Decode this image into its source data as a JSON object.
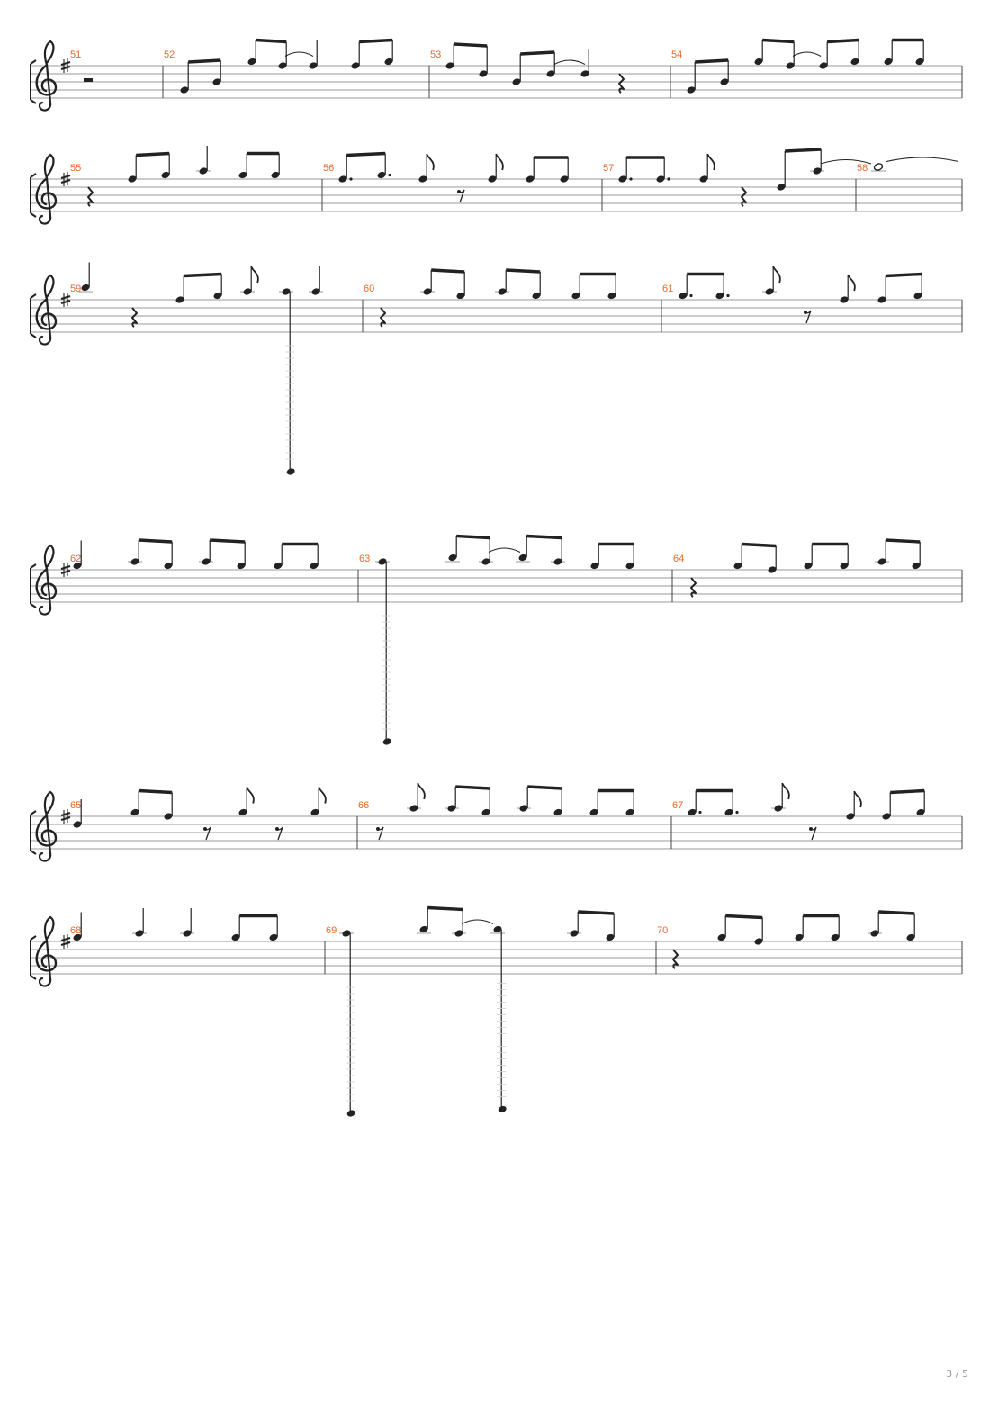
{
  "page": {
    "number_label": "3 / 5"
  },
  "key_signature": "G major (1 sharp)",
  "clef": "treble",
  "systems": [
    {
      "measures": [
        "51",
        "52",
        "53",
        "54"
      ]
    },
    {
      "measures": [
        "55",
        "56",
        "57",
        "58"
      ]
    },
    {
      "measures": [
        "59",
        "60",
        "61"
      ]
    },
    {
      "measures": [
        "62",
        "63",
        "64"
      ]
    },
    {
      "measures": [
        "65",
        "66",
        "67"
      ]
    },
    {
      "measures": [
        "68",
        "69",
        "70"
      ]
    }
  ],
  "colors": {
    "measure_number": "#e8692a",
    "ink": "#222222",
    "staff_line": "#9a9a9a"
  }
}
